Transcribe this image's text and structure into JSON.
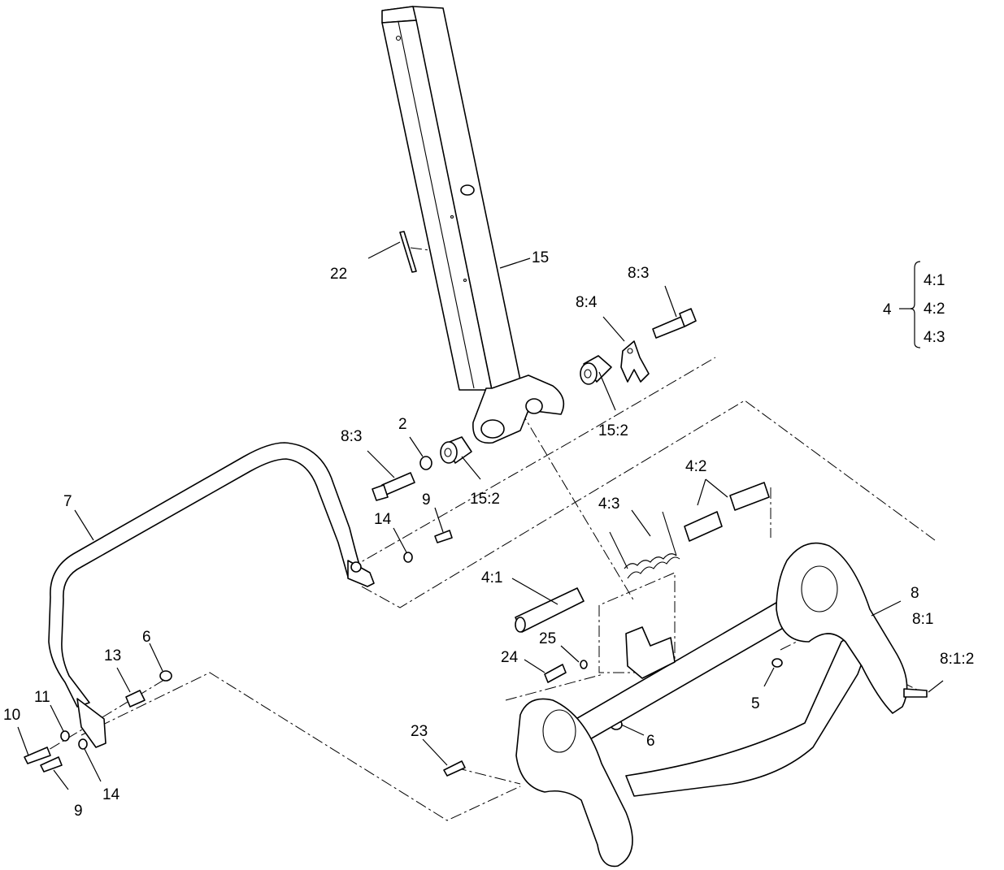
{
  "labels": {
    "l22": "22",
    "l15": "15",
    "l8_3a": "8:3",
    "l8_4": "8:4",
    "l15_2a": "15:2",
    "l2": "2",
    "l8_3b": "8:3",
    "l15_2b": "15:2",
    "l7": "7",
    "l9a": "9",
    "l14a": "14",
    "l4_2": "4:2",
    "l4_3": "4:3",
    "l4_1": "4:1",
    "l8": "8",
    "l8_1": "8:1",
    "l8_1_2": "8:1:2",
    "l6a": "6",
    "l13": "13",
    "l25": "25",
    "l24": "24",
    "l5": "5",
    "l11": "11",
    "l10": "10",
    "l6b": "6",
    "l23": "23",
    "l14b": "14",
    "l9b": "9"
  },
  "legend": {
    "parent": "4",
    "children": [
      "4:1",
      "4:2",
      "4:3"
    ]
  }
}
